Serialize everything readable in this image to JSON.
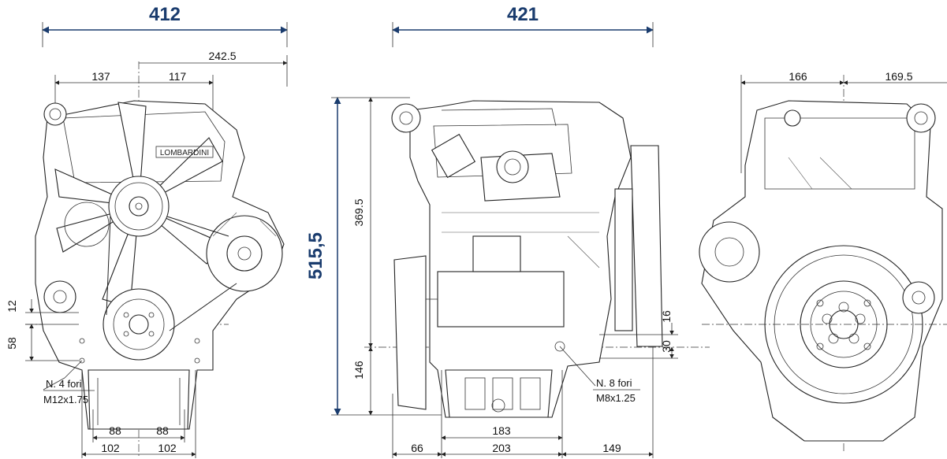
{
  "front_view": {
    "overall_width": "412",
    "right_offset": "242.5",
    "left_offset": "137",
    "center_offset": "117",
    "upper_vertical": "12",
    "lower_vertical": "58",
    "bottom_left_inner": "88",
    "bottom_right_inner": "88",
    "bottom_left_outer": "102",
    "bottom_right_outer": "102",
    "note_line1": "N. 4 fori",
    "note_line2": "M12x1.75",
    "logo_text": "LOMBARDINI"
  },
  "side_view": {
    "overall_width": "421",
    "overall_height": "515,5",
    "upper_height": "369.5",
    "lower_height": "146",
    "right_small": "16",
    "right_mid": "30",
    "mid_width": "183",
    "bottom_left": "66",
    "bottom_center": "203",
    "bottom_right": "149",
    "note_line1": "N. 8 fori",
    "note_line2": "M8x1.25"
  },
  "rear_view": {
    "left_offset": "166",
    "right_offset": "169.5"
  },
  "colors": {
    "accent": "#1a3c6e",
    "line": "#222222"
  }
}
